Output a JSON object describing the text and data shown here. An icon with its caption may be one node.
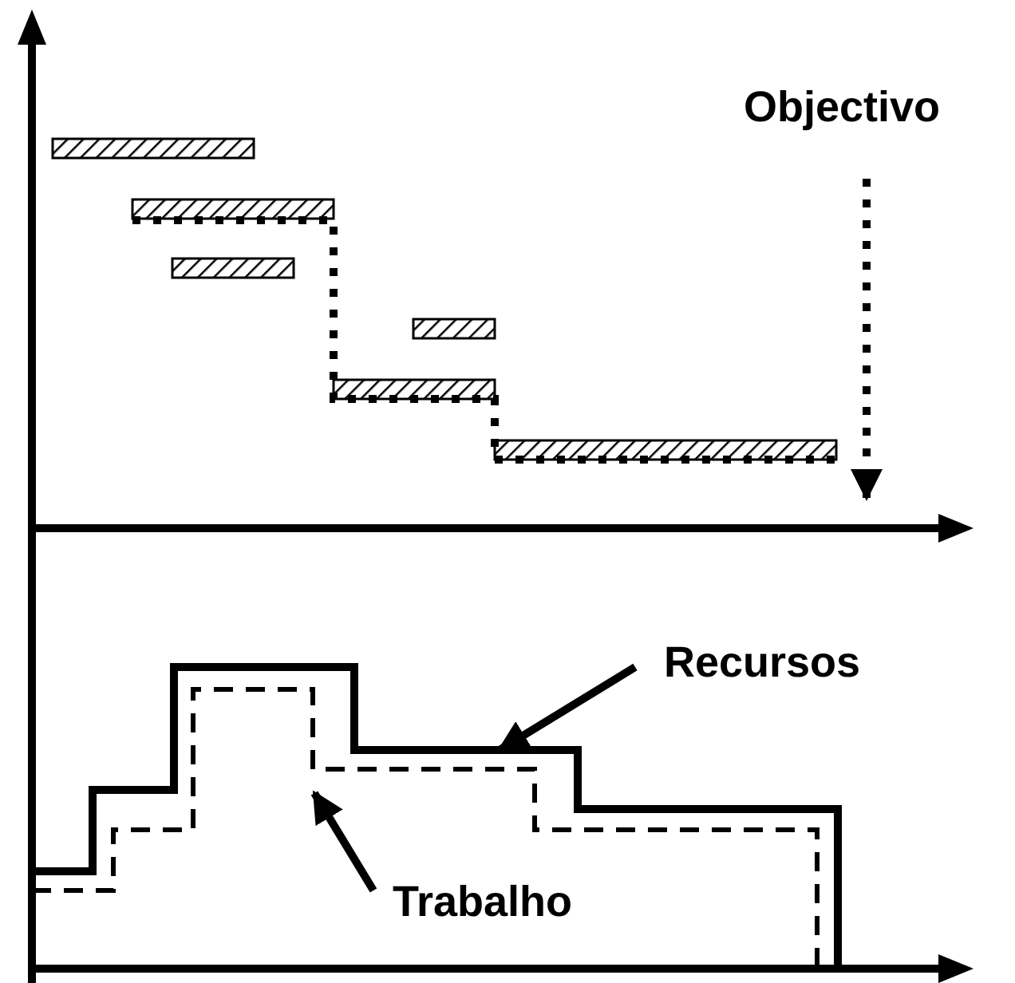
{
  "diagram": {
    "nodes": [
      {
        "text": [
          "Objectivo"
        ]
      },
      {
        "text": [
          "Recursos"
        ]
      },
      {
        "text": [
          "Trabalho"
        ]
      }
    ],
    "edges": [
      {
        "from": 0,
        "to": null,
        "arrow": "to",
        "style": "dashed"
      },
      {
        "from": 1,
        "to": null,
        "arrow": "to"
      },
      {
        "from": 2,
        "to": null,
        "arrow": "to"
      }
    ]
  }
}
